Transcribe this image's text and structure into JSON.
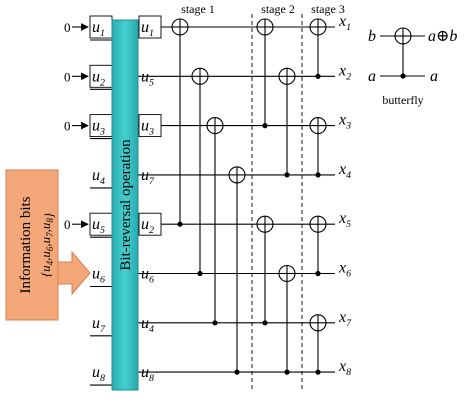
{
  "left_inputs": [
    {
      "frozen": "0",
      "name": "u",
      "sub": "1"
    },
    {
      "frozen": "0",
      "name": "u",
      "sub": "2"
    },
    {
      "frozen": "0",
      "name": "u",
      "sub": "3"
    },
    {
      "frozen": "",
      "name": "u",
      "sub": "4"
    },
    {
      "frozen": "0",
      "name": "u",
      "sub": "5"
    },
    {
      "frozen": "",
      "name": "u",
      "sub": "6"
    },
    {
      "frozen": "",
      "name": "u",
      "sub": "7"
    },
    {
      "frozen": "",
      "name": "u",
      "sub": "8"
    }
  ],
  "boxed_inputs": [
    true,
    true,
    true,
    false,
    true,
    false,
    false,
    false
  ],
  "permuted_inputs": [
    {
      "name": "u",
      "sub": "1"
    },
    {
      "name": "u",
      "sub": "5"
    },
    {
      "name": "u",
      "sub": "3"
    },
    {
      "name": "u",
      "sub": "7"
    },
    {
      "name": "u",
      "sub": "2"
    },
    {
      "name": "u",
      "sub": "6"
    },
    {
      "name": "u",
      "sub": "4"
    },
    {
      "name": "u",
      "sub": "8"
    }
  ],
  "permuted_boxed": [
    true,
    false,
    true,
    false,
    true,
    false,
    false,
    false
  ],
  "outputs": [
    {
      "name": "x",
      "sub": "1"
    },
    {
      "name": "x",
      "sub": "2"
    },
    {
      "name": "x",
      "sub": "3"
    },
    {
      "name": "x",
      "sub": "4"
    },
    {
      "name": "x",
      "sub": "5"
    },
    {
      "name": "x",
      "sub": "6"
    },
    {
      "name": "x",
      "sub": "7"
    },
    {
      "name": "x",
      "sub": "8"
    }
  ],
  "bit_reversal_label": "Bit-reversal operation",
  "info_block": {
    "title": "Information bits",
    "set_open": "{",
    "set_items": [
      {
        "name": "u",
        "sub": "4"
      },
      {
        "name": "u",
        "sub": "6"
      },
      {
        "name": "u",
        "sub": "7"
      },
      {
        "name": "u",
        "sub": "8"
      }
    ],
    "set_close": "}",
    "separator": ","
  },
  "stages": [
    "stage 1",
    "stage 2",
    "stage 3"
  ],
  "butterfly": {
    "in_top": "b",
    "in_bottom": "a",
    "out_top": "a⊕b",
    "out_bottom": "a",
    "caption": "butterfly"
  },
  "colors": {
    "bit_reversal_fill": "#3cc8c8",
    "bit_reversal_dark": "#1e8f96",
    "info_fill": "#f4a778",
    "info_border": "#d9804a",
    "arrow_fill": "#f4a778"
  }
}
